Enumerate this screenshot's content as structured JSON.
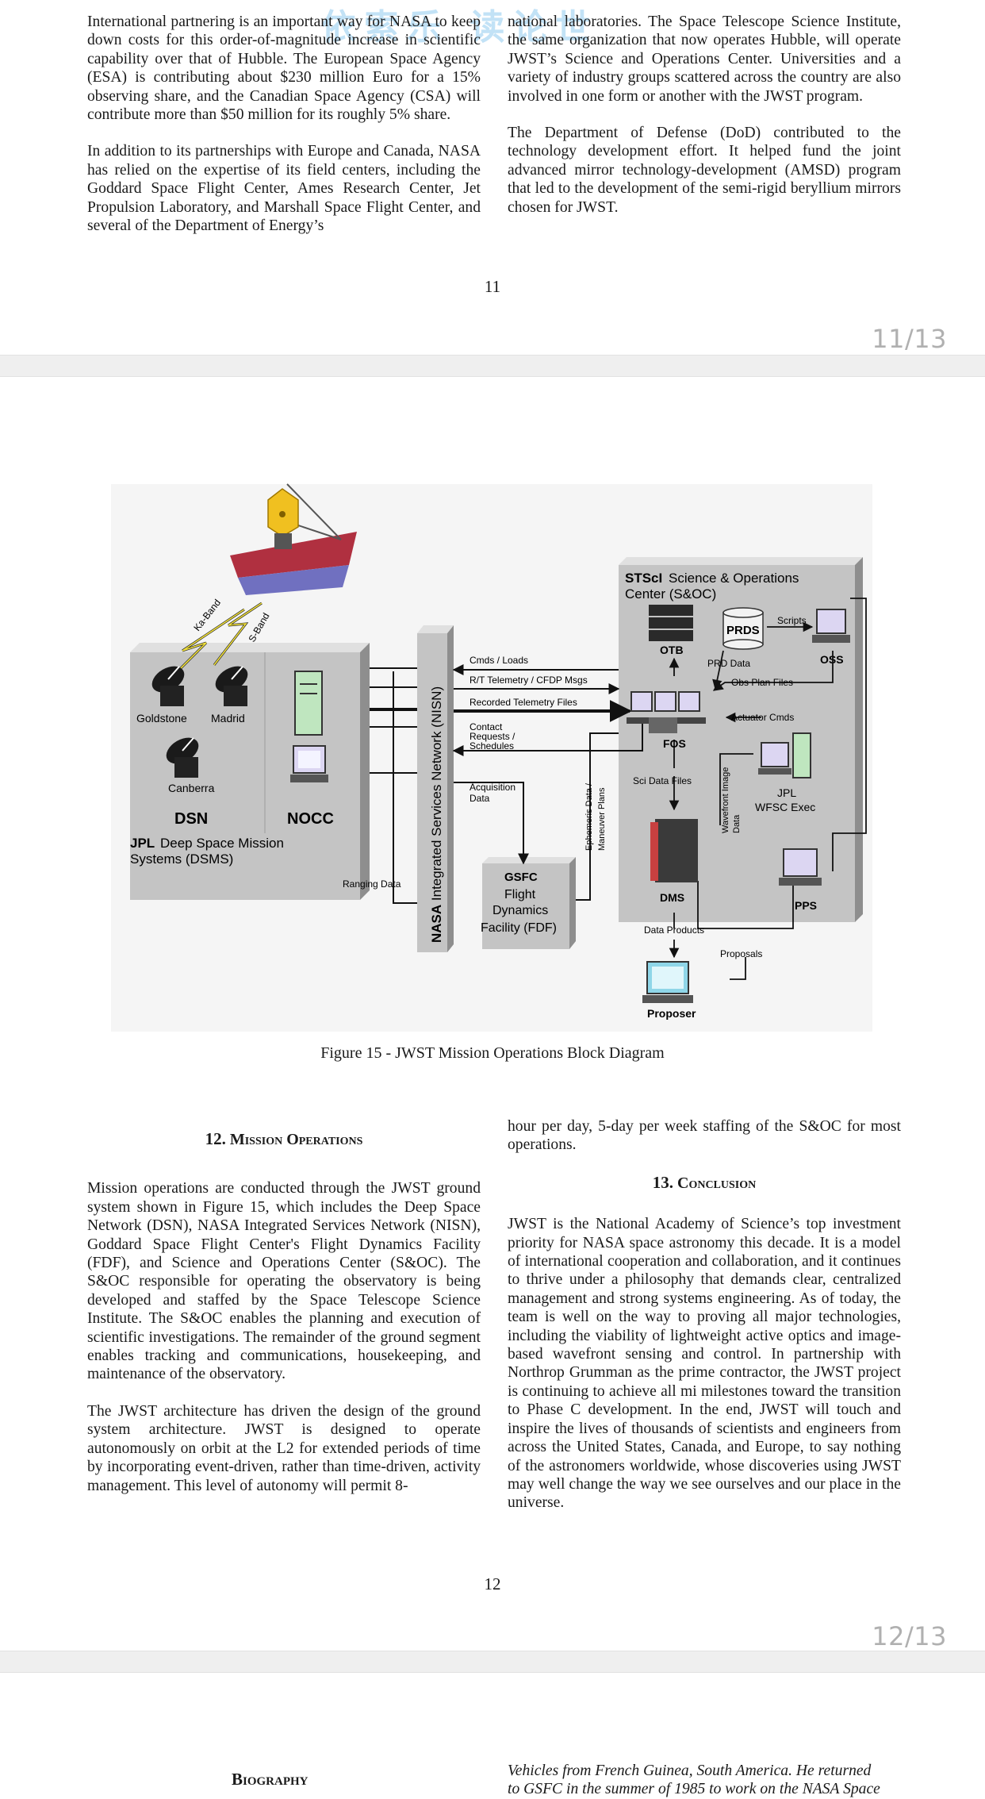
{
  "watermark": "依索乐 读论世",
  "page11": {
    "left_col": [
      "International partnering is an important way for NASA to keep down costs for this order-of-magnitude increase in scientific capability over that of Hubble. The European Space Agency (ESA) is contributing about $230 million Euro for a 15% observing share, and the Canadian Space Agency (CSA) will contribute more than $50 million for its roughly 5% share.",
      "In addition to its partnerships with Europe and Canada, NASA has relied on the expertise of its field centers, including the Goddard Space Flight Center, Ames Research Center, Jet Propulsion Laboratory, and Marshall Space Flight Center, and several of the Department of Energy’s"
    ],
    "right_col": [
      "national laboratories. The Space Telescope Science Institute, the same organization that now operates Hubble, will operate JWST’s Science and Operations Center. Universities and a variety of industry groups scattered across the country are also involved in one form or another with the JWST program.",
      "The Department of Defense (DoD) contributed to the technology development effort. It helped fund the joint advanced mirror technology-development (AMSD) program that led to the development of the semi-rigid beryllium mirrors chosen for JWST."
    ],
    "page_number": "11",
    "page_counter": "11/13"
  },
  "figure": {
    "caption": "Figure 15 - JWST Mission Operations Block Diagram",
    "labels": {
      "ka_band": "Ka-Band",
      "s_band": "S-Band",
      "goldstone": "Goldstone",
      "madrid": "Madrid",
      "canberra": "Canberra",
      "dsn": "DSN",
      "nocc": "NOCC",
      "jpl_bold": "JPL",
      "dsms_line1": "Deep Space Mission",
      "dsms_line2": "Systems (DSMS)",
      "nisn_bold": "NASA",
      "nisn_rest": "Integrated Services Network (NISN)",
      "cmds_loads": "Cmds / Loads",
      "rt_telemetry": "R/T Telemetry / CFDP Msgs",
      "recorded_telemetry": "Recorded Telemetry Files",
      "contact_1": "Contact",
      "contact_2": "Requests /",
      "contact_3": "Schedules",
      "acq_1": "Acquisition",
      "acq_2": "Data",
      "ephem": "Ephemeris Data /",
      "maneuver": "Maneuver Plans",
      "ranging": "Ranging Data",
      "gsfc": "GSFC",
      "fdf_1": "Flight",
      "fdf_2": "Dynamics",
      "fdf_3": "Facility (FDF)",
      "stsci_bold": "STScI",
      "soc_1": "Science & Operations",
      "soc_2": "Center (S&OC)",
      "otb": "OTB",
      "prds": "PRDS",
      "scripts": "Scripts",
      "oss": "OSS",
      "prd_data": "PRD Data",
      "obs_plan": "Obs Plan Files",
      "actuator": "Actuator Cmds",
      "fos": "FOS",
      "sci_data": "Sci Data Files",
      "wavefront_1": "Wavefront Image",
      "wavefront_2": "Data",
      "jpl_wfsc_1": "JPL",
      "jpl_wfsc_2": "WFSC Exec",
      "dms": "DMS",
      "pps": "PPS",
      "data_products": "Data Products",
      "proposals": "Proposals",
      "proposer": "Proposer"
    }
  },
  "page12": {
    "sec12_num": "12.",
    "sec12_title": "Mission Operations",
    "sec12_p1": "Mission operations are conducted through the JWST ground system shown in Figure 15, which includes the Deep Space Network (DSN), NASA Integrated Services Network (NISN), Goddard Space Flight Center's Flight Dynamics Facility (FDF), and Science and Operations Center (S&OC). The S&OC responsible for operating the observatory is being developed and staffed by the Space Telescope Science Institute. The S&OC enables the planning and execution of scientific investigations. The remainder of the ground segment enables tracking and communications, housekeeping, and maintenance of the observatory.",
    "sec12_p2": "The JWST architecture has driven the design of the ground system architecture. JWST is designed to operate autonomously on orbit at the L2 for extended periods of time by incorporating event-driven, rather than time-driven, activity management. This level of autonomy will permit 8-",
    "right_p1": "hour per day, 5-day per week staffing of the S&OC for most operations.",
    "sec13_num": "13.",
    "sec13_title": "Conclusion",
    "sec13_p1": "JWST is the National Academy of Science’s top investment priority for NASA space astronomy this decade. It is a model of international cooperation and collaboration, and it continues to thrive under a philosophy that demands clear, centralized management and strong systems engineering. As of today, the team is well on the way to proving all major technologies, including the viability of lightweight active optics and image-based wavefront sensing and control. In partnership with Northrop Grumman as the prime contractor, the JWST project is continuing to achieve all mi milestones toward the transition to Phase C development. In the end, JWST will touch and inspire the lives of thousands of scientists and engineers from across the United States, Canada, and Europe, to say nothing of the astronomers worldwide, whose discoveries using JWST may well change the way we see ourselves and our place in the universe.",
    "page_number": "12",
    "page_counter": "12/13"
  },
  "page13": {
    "bio_heading": "Biography",
    "right_line1": "Vehicles from French Guinea, South America. He returned",
    "right_line2": "to GSFC in the summer of 1985 to work on the NASA Space"
  },
  "colors": {
    "gap": "#efefef",
    "counter": "#b0b0b0",
    "box_fill": "#c4c4c4",
    "box_shadow": "#8e8e8e",
    "watermark": "#78bee8"
  }
}
